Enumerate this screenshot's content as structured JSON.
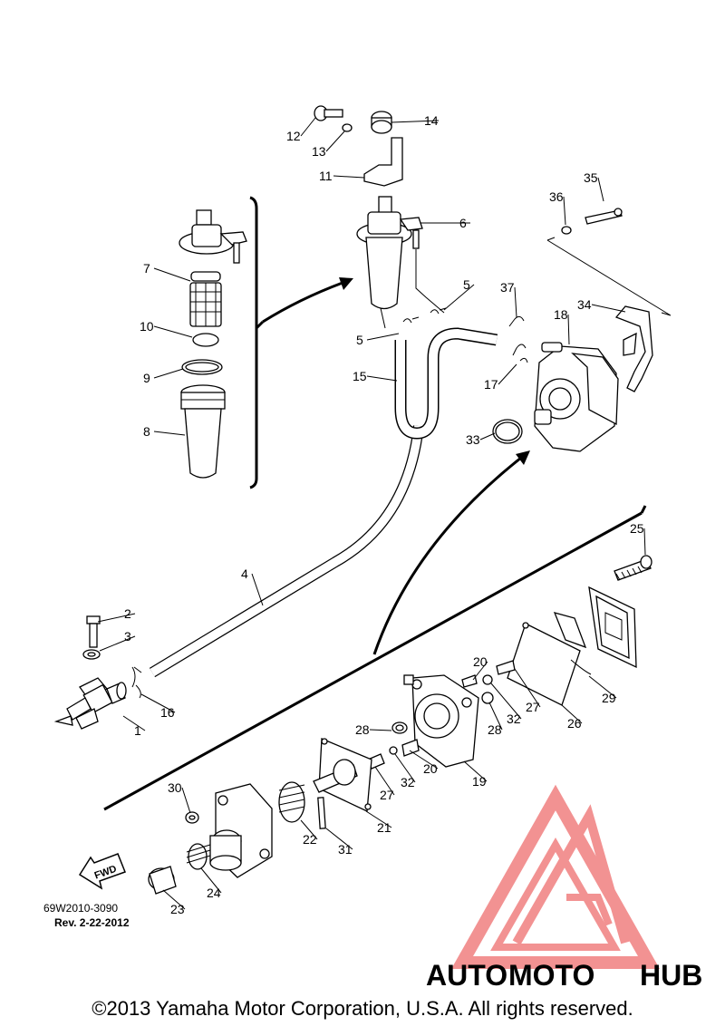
{
  "diagram": {
    "part_labels": [
      "1",
      "2",
      "3",
      "4",
      "5",
      "5",
      "6",
      "7",
      "8",
      "9",
      "10",
      "11",
      "12",
      "13",
      "14",
      "15",
      "16",
      "17",
      "18",
      "19",
      "20",
      "20",
      "21",
      "22",
      "23",
      "24",
      "25",
      "26",
      "27",
      "27",
      "28",
      "28",
      "29",
      "30",
      "31",
      "32",
      "32",
      "33",
      "34",
      "35",
      "36",
      "37"
    ],
    "fwd_label": "FWD",
    "drawing_number": "69W2010-3090",
    "revision": "Rev.  2-22-2012"
  },
  "watermark": {
    "brand_part1": "AUTO",
    "brand_part2": "MOTO",
    "brand_part3": "HUB",
    "colors": {
      "triangle": "#f08080",
      "auto": "#f5c27a",
      "moto": "#f08080",
      "hub": "#555555"
    }
  },
  "footer": {
    "copyright": "©2013 Yamaha Motor Corporation, U.S.A. All rights reserved."
  }
}
